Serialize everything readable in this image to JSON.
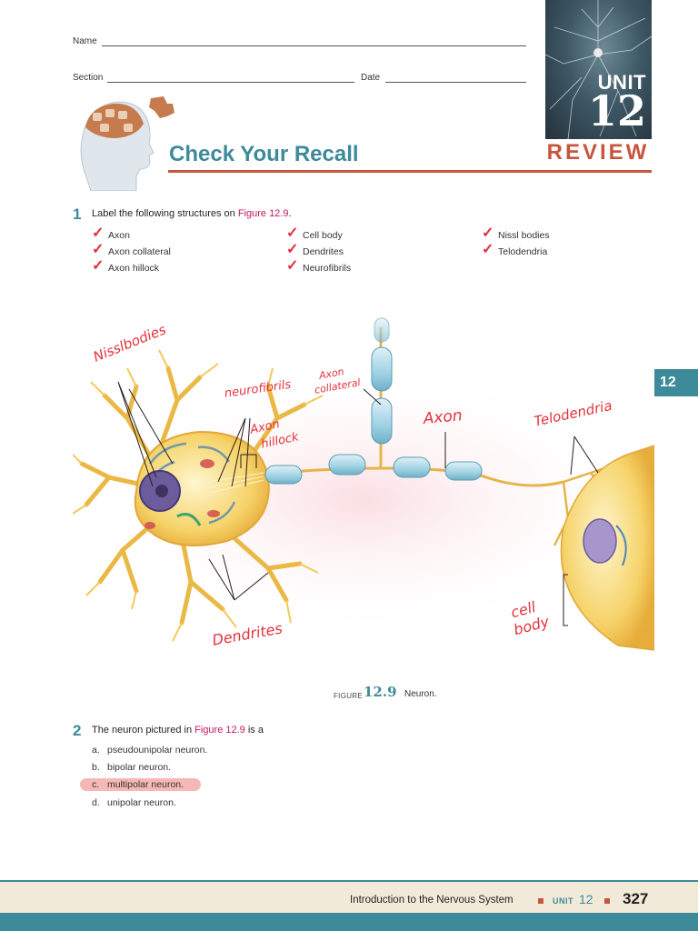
{
  "header": {
    "name_label": "Name",
    "section_label": "Section",
    "date_label": "Date"
  },
  "banner": {
    "unit_word": "UNIT",
    "unit_number": "12",
    "review_word": "REVIEW"
  },
  "section_title": "Check Your Recall",
  "side_tab": "12",
  "question1": {
    "number": "1",
    "prompt_before": "Label the following structures on ",
    "figure_ref": "Figure 12.9",
    "prompt_after": ".",
    "terms": [
      [
        "Axon",
        "Axon collateral",
        "Axon hillock"
      ],
      [
        "Cell body",
        "Dendrites",
        "Neurofibrils"
      ],
      [
        "Nissl bodies",
        "Telodendria"
      ]
    ],
    "check_mark": "✓"
  },
  "figure": {
    "caption_prefix": "FIGURE",
    "caption_number": "12.9",
    "caption_text": "Neuron.",
    "handwritten_labels": {
      "nissl": "Nisslbodies",
      "neurofibrils": "neurofibrils",
      "axon_collateral_1": "Axon",
      "axon_collateral_2": "collateral",
      "axon_hillock_1": "Axon",
      "axon_hillock_2": "hillock",
      "axon": "Axon",
      "telodendria": "Telodendria",
      "dendrites": "Dendrites",
      "cell_body_1": "cell",
      "cell_body_2": "body"
    }
  },
  "question2": {
    "number": "2",
    "prompt_before": "The neuron pictured in ",
    "figure_ref": "Figure 12.9",
    "prompt_after": " is a",
    "options": [
      {
        "letter": "a.",
        "text": "pseudounipolar neuron."
      },
      {
        "letter": "b.",
        "text": "bipolar neuron."
      },
      {
        "letter": "c.",
        "text": "multipolar neuron.",
        "selected": true
      },
      {
        "letter": "d.",
        "text": "unipolar neuron."
      }
    ]
  },
  "footer": {
    "title": "Introduction to the Nervous System",
    "unit_label": "UNIT",
    "unit_number": "12",
    "page_number": "327"
  },
  "colors": {
    "teal": "#3d8a9a",
    "rust": "#c8553d",
    "check_red": "#e3323c",
    "figure_link": "#c2185b"
  }
}
